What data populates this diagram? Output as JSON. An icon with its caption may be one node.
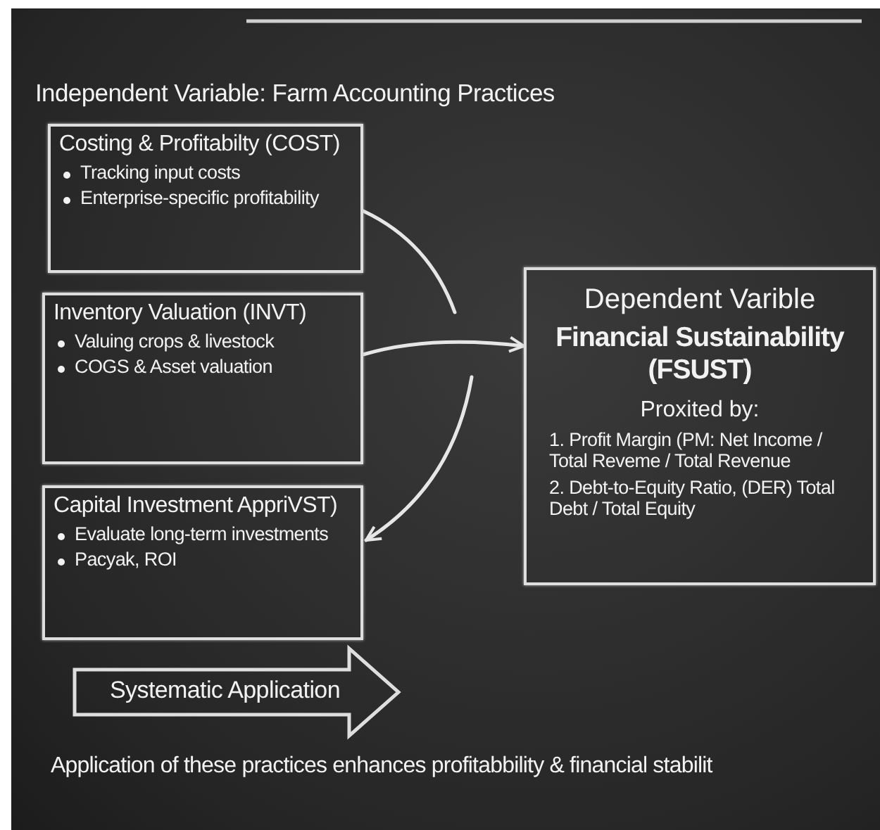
{
  "diagram": {
    "title": "Independent Variable: Farm Accounting Practices",
    "caption": "Application of these practices enhances profitabbility & financial stabilit",
    "nodes": [
      {
        "text": [
          "Costing & Profitabilty (COST)",
          "Tracking input costs",
          "Enterprise-specific profitability"
        ]
      },
      {
        "text": [
          "Inventory Valuation (INVT)",
          "Valuing crops & livestock",
          "COGS & Asset valuation"
        ]
      },
      {
        "text": [
          "Capital Investment AppriVST)",
          "Evaluate long-term investments",
          "Pacyak, ROI"
        ]
      },
      {
        "text": [
          "Dependent Varible",
          "Financial Sustainability (FSUST)",
          "Proxited by:",
          "1. Profit Margin (PM: Net Income / Total Reveme / Total Revenue",
          "2. Debt-to-Equity Ratio, (DER) Total Debt / Total Equity"
        ]
      },
      {
        "text": [
          "Systematic Application"
        ]
      }
    ],
    "edges": [
      {
        "from": 0,
        "to": null,
        "arrow": "none"
      },
      {
        "from": 1,
        "to": 3,
        "arrow": "to"
      },
      {
        "from": null,
        "to": 2,
        "arrow": "to"
      }
    ]
  }
}
